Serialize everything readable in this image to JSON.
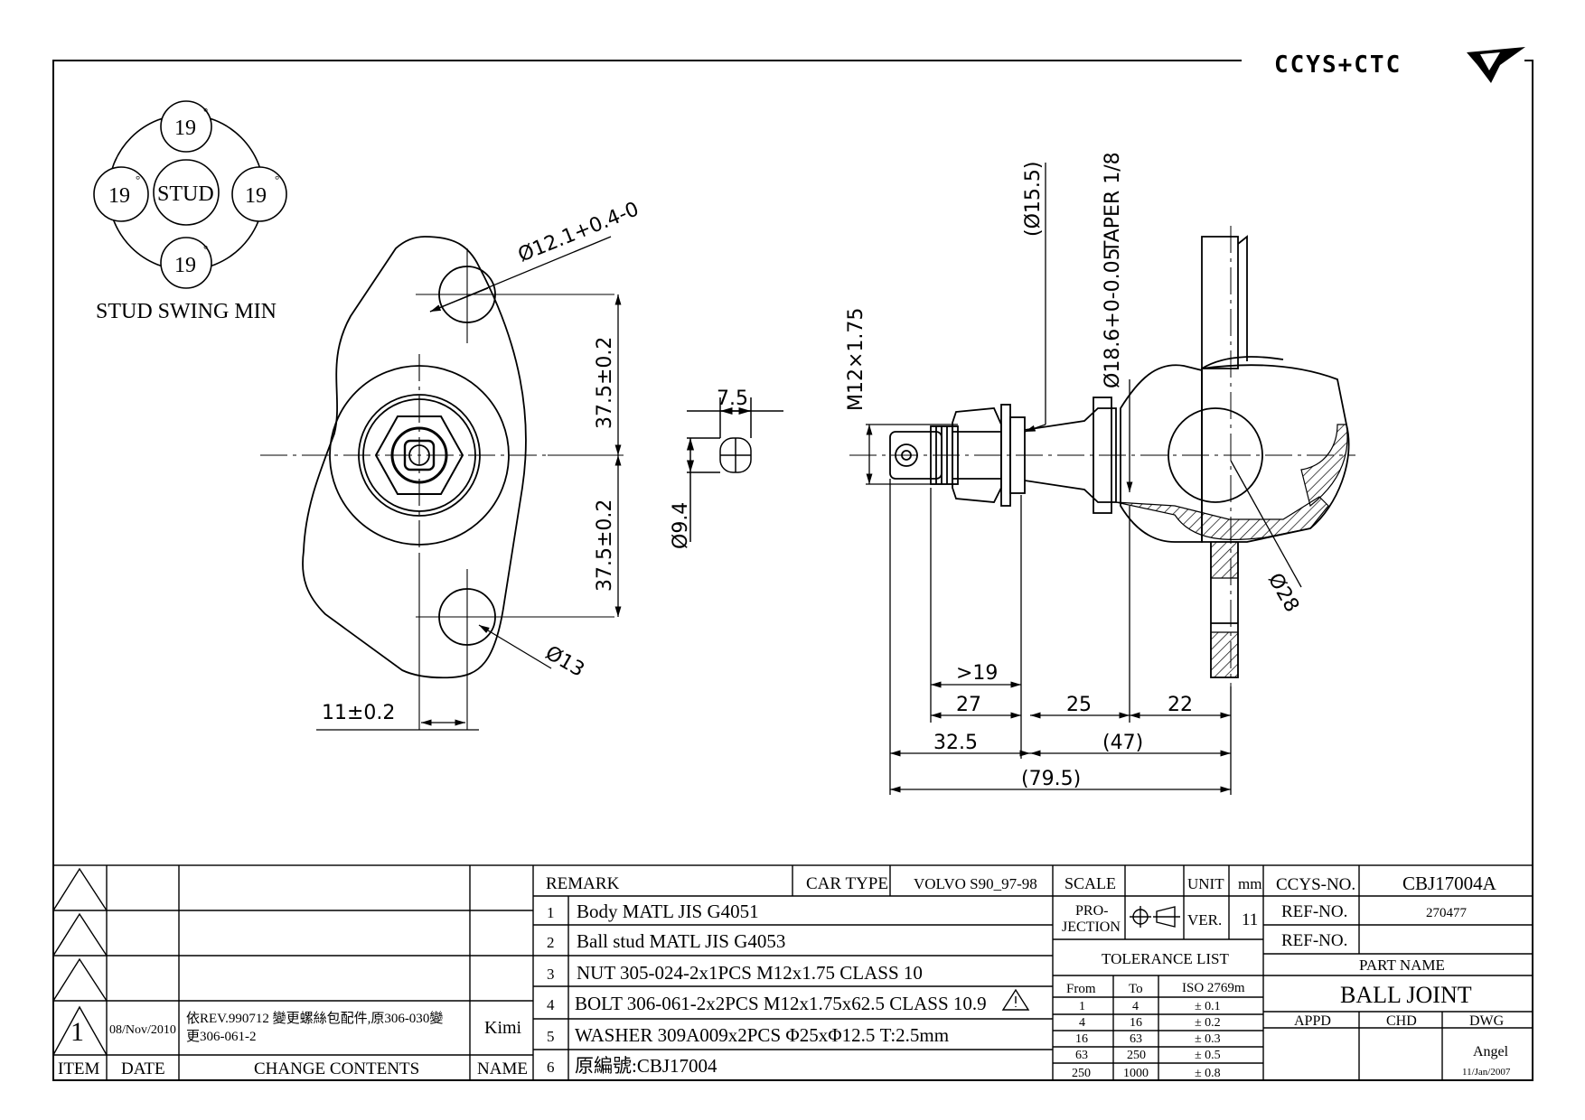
{
  "header": {
    "logo_text": "CCYS+CTC"
  },
  "swing": {
    "angles": [
      "19",
      "19",
      "19",
      "19"
    ],
    "center": "STUD",
    "caption": "STUD SWING MIN"
  },
  "flange": {
    "hole_top": "Ø12.1+0.4-0",
    "dim_upper": "37.5±0.2",
    "dim_lower": "37.5±0.2",
    "hole_bottom": "Ø13",
    "dim_offset": "11±0.2"
  },
  "pin": {
    "width": "7.5",
    "dia": "Ø9.4"
  },
  "side": {
    "thread": "M12×1.75",
    "dia155": "(Ø15.5)",
    "taper": "TAPER 1/8",
    "dia186": "Ø18.6+0-0.05",
    "dia28": "Ø28",
    "d19": ">19",
    "d27": "27",
    "d25": "25",
    "d22": "22",
    "d325": "32.5",
    "d47": "(47)",
    "d795": "(79.5)"
  },
  "revisions": {
    "rows": [
      {
        "item": "",
        "date": "",
        "contents": "",
        "name": ""
      },
      {
        "item": "",
        "date": "",
        "contents": "",
        "name": ""
      },
      {
        "item": "",
        "date": "",
        "contents": "",
        "name": ""
      },
      {
        "item": "1",
        "date": "08/Nov/2010",
        "contents_line1": "依REV.990712 變更螺絲包配件,原306-030變",
        "contents_line2": "更306-061-2",
        "name": "Kimi"
      }
    ],
    "headers": {
      "item": "ITEM",
      "date": "DATE",
      "contents": "CHANGE CONTENTS",
      "name": "NAME"
    }
  },
  "remarks": {
    "label": "REMARK",
    "car_type_label": "CAR TYPE",
    "car_type": "VOLVO S90_97-98",
    "items": [
      {
        "no": "1",
        "text": "Body MATL JIS G4051"
      },
      {
        "no": "2",
        "text": "Ball stud MATL JIS G4053"
      },
      {
        "no": "3",
        "text": "NUT 305-024-2x1PCS M12x1.75 CLASS 10"
      },
      {
        "no": "4",
        "text": "BOLT 306-061-2x2PCS M12x1.75x62.5 CLASS 10.9"
      },
      {
        "no": "5",
        "text": "WASHER 309A009x2PCS  Φ25xΦ12.5 T:2.5mm"
      },
      {
        "no": "6",
        "text": "原編號:CBJ17004"
      }
    ]
  },
  "spec": {
    "scale_label": "SCALE",
    "unit_label": "UNIT",
    "unit": "mm",
    "projection_label1": "PRO-",
    "projection_label2": "JECTION",
    "ver_label": "VER.",
    "ver": "11",
    "tolerance_title": "TOLERANCE LIST",
    "tol_headers": [
      "From",
      "To",
      "ISO 2769m"
    ],
    "tolerances": [
      [
        "1",
        "4",
        "± 0.1"
      ],
      [
        "4",
        "16",
        "± 0.2"
      ],
      [
        "16",
        "63",
        "± 0.3"
      ],
      [
        "63",
        "250",
        "± 0.5"
      ],
      [
        "250",
        "1000",
        "± 0.8"
      ]
    ]
  },
  "title_block": {
    "ccys_label": "CCYS-NO.",
    "ccys": "CBJ17004A",
    "ref_label": "REF-NO.",
    "ref1": "270477",
    "ref2": "",
    "part_name_label": "PART NAME",
    "part_name": "BALL JOINT",
    "appd": "APPD",
    "chd": "CHD",
    "dwg": "DWG",
    "drawn_by": "Angel",
    "drawn_date": "11/Jan/2007"
  }
}
